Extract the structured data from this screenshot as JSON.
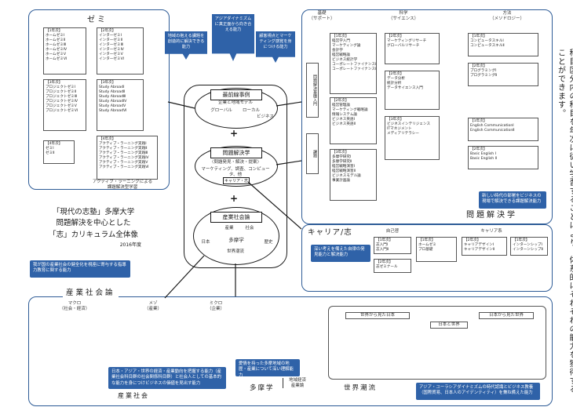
{
  "seminar": {
    "title": "ゼミ",
    "col1": [
      "【1年次】",
      "ホームゼミⅠ",
      "ホームゼミⅡ",
      "ホームゼミⅢ",
      "ホームゼミⅣ",
      "ホームゼミⅤ",
      "ホームゼミⅥ"
    ],
    "col2": [
      "【2年次】",
      "インターゼミⅠ",
      "インターゼミⅡ",
      "インターゼミⅢ",
      "インターゼミⅣ",
      "インターゼミⅤ",
      "インターゼミⅥ"
    ],
    "col3": [
      "【3年次】",
      "プロジェクトゼミⅠ",
      "プロジェクトゼミⅡ",
      "プロジェクトゼミⅢ",
      "プロジェクトゼミⅣ",
      "プロジェクトゼミⅤ",
      "プロジェクトゼミⅥ"
    ],
    "col4": [
      "【3年次】",
      "Study AbroadⅠ",
      "Study AbroadⅡ",
      "Study AbroadⅢ",
      "Study AbroadⅣ",
      "Study AbroadⅤ",
      "Study AbroadⅥ"
    ],
    "col5": [
      "【4年次】",
      "ゼミⅠ",
      "ゼミⅡ"
    ],
    "col6": [
      "【4年次】",
      "アクティブ・ラーニング実践Ⅰ",
      "アクティブ・ラーニング実践Ⅱ",
      "アクティブ・ラーニング実践Ⅲ",
      "アクティブ・ラーニング実践Ⅳ",
      "アクティブ・ラーニング実践Ⅴ",
      "アクティブ・ラーニング実践Ⅵ"
    ],
    "footer1": "アクティブ・ラーニングによる",
    "footer2": "課題解決型学習"
  },
  "callouts": {
    "c1": "地域の抱える課題を創造的に解決できる能力",
    "c2": "アジアダイナミズムに真正面から向き合える能力",
    "c3": "顧客視点とマーケティング感覚を身につける能力",
    "right_top": "新しい時代の部署をビジネスの現場で解決できる課題解決能力",
    "career": "深い考えを備えた自律の発見能力と解決能力",
    "left_bottom": "我が国の産業社会の健全化を視座に寄与する指導力教育に関する能力",
    "sangyo": "日本・アジア・世界の経済・産業動向を把握する能力（産業社会科目群の社会関係科目群）と社会人としての基本的な能力を身につけビジネスの価値を見出す能力",
    "tama": "愛情を持った多摩地域の地歴・産業について深い理解能力",
    "sekai": "アジア・ユーラシアダイナミズムの時代認識とビジネス教養（国際貿易、日本人のアイデンティティ）を兼ね備えた能力"
  },
  "center": {
    "top_title": "最前線事例",
    "top_sub1": "企業と地域モデル",
    "top_sub2": "グローバル",
    "top_sub3": "ローカル",
    "top_sub4": "ビジネス",
    "mid_title": "問題解決学",
    "mid_sub1": "〈問題発見・解決・提案〉",
    "mid_sub2": "マーケティング、調査、コンピュータ、他",
    "career_label": "キャリア・志",
    "bottom_title": "産業社会論",
    "bottom_sub1": "産業",
    "bottom_sub2": "社会",
    "bottom_sub3": "多摩学",
    "bottom_sub4": "世界潮流",
    "bottom_sub5": "日本",
    "bottom_sub6": "歴史"
  },
  "main_title": {
    "line1": "「現代の志塾」多摩大学",
    "line2": "問題解決を中心とした",
    "line3": "「志」カリキュラム全体像",
    "date": "2016年度"
  },
  "problem": {
    "title": "問題解決学",
    "col_labels": [
      "基礎",
      "科学",
      "方法"
    ],
    "col_sublabels": [
      "（サポート）",
      "（サイエンス）",
      "（メソドロジー）"
    ],
    "vlabel1": "問題解決基礎入門",
    "vlabel2": "課題",
    "right_vtext": "科目区分内の科目を年次に従い学習することにより、体系的にそれぞれの能力を獲得することができます。",
    "left_boxes": [
      [
        "【1年次】",
        "経営学入門",
        "マーケティング論",
        "会計学",
        "経営戦略論",
        "ビジネス統計学",
        "コーポレートファイナンスⅠ",
        "コーポレートファイナンスⅡ"
      ],
      [
        "【2年次】",
        "経営管理論",
        "マーケティング戦略論",
        "情報システム論",
        "ビジネス英語Ⅰ",
        "ビジネス英語Ⅱ"
      ],
      [
        "【3年次】",
        "多摩学研究Ⅰ",
        "多摩学研究Ⅱ",
        "経営戦略演習Ⅰ",
        "経営戦略演習Ⅱ",
        "ビジネスモデル論",
        "事業計画論"
      ]
    ],
    "mid_boxes": [
      [
        "【2年次】",
        "マーケティングリサーチ",
        "グローバルリサーチ"
      ],
      [
        "【2年次】",
        "データ分析",
        "統計分析",
        "データサイエンス入門"
      ],
      [
        "【3年次】",
        "ビジネスインテリジェンス",
        "ITマネジメント",
        "メディアリテラシー"
      ]
    ],
    "right_boxes": [
      [
        "【1年次】",
        "コンピュータスキルⅠ",
        "コンピュータスキルⅡ"
      ],
      [
        "【2年次】",
        "プログラミングⅠ",
        "プログラミングⅡ"
      ],
      [
        "【1年次】",
        "English CommunicationⅠ",
        "English CommunicationⅡ"
      ],
      [
        "【2年次】",
        "Basic English Ⅰ",
        "Basic English Ⅱ"
      ]
    ]
  },
  "career": {
    "title": "キャリア/志",
    "col1_title": "自己啓",
    "col2_title": "キャリア系",
    "boxes": [
      [
        "【1年次】",
        "志入門Ⅰ",
        "志入門Ⅱ"
      ],
      [
        "【2年次】",
        "志ゼミナール"
      ],
      [
        "【1年次】",
        "ホームゼミ",
        "プロ基礎"
      ],
      [
        "【2年次】",
        "キャリアデザインⅠ",
        "キャリアデザインⅡ"
      ],
      [
        "【1年次】",
        "インターンシップⅠ",
        "インターンシップⅡ"
      ]
    ]
  },
  "society": {
    "title": "産業社会論",
    "col1": "マクロ",
    "col1_sub": "（社会・経済）",
    "col2": "メゾ",
    "col2_sub": "（産業）",
    "col3": "ミクロ",
    "col3_sub": "（企業）",
    "subtitle": "産業社会",
    "tama_title": "多摩学",
    "tama_sub1": "地域経済",
    "tama_sub2": "産業論",
    "world_title": "世界潮流",
    "world_col1": "世界から見た日本",
    "world_col2": "日本と世界",
    "world_col3": "日本から見た世界"
  }
}
